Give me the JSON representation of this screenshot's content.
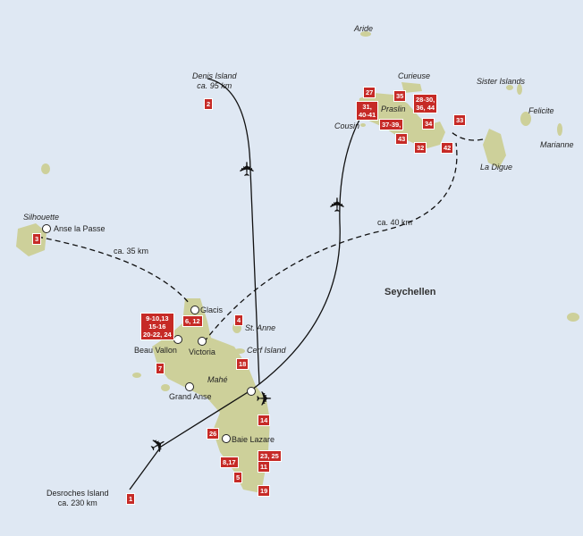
{
  "colors": {
    "sea": "#dfe8f3",
    "land": "#cdd09a",
    "marker": "#c62a26"
  },
  "map_title": "Seychellen",
  "places": {
    "aride": "Aride",
    "curieuse": "Curieuse",
    "praslin": "Praslin",
    "cousin": "Cousin",
    "sister": "Sister Islands",
    "felicite": "Felicite",
    "marianne": "Marianne",
    "la_digue": "La Digue",
    "denis": "Denis Island",
    "denis_dist": "ca. 95 km",
    "silhouette": "Silhouette",
    "anse_la_passe": "Anse la Passe",
    "silhouette_dist": "ca. 35 km",
    "la_digue_dist": "ca. 40 km",
    "glacis": "Glacis",
    "beau_vallon": "Beau Vallon",
    "victoria": "Victoria",
    "st_anne": "St. Anne",
    "cerf": "Cerf Island",
    "mahe": "Mahé",
    "grand_anse": "Grand Anse",
    "baie_lazare": "Baie Lazare",
    "desroches": "Desroches Island",
    "desroches_dist": "ca. 230 km"
  },
  "markers": {
    "m1": "1",
    "m2": "2",
    "m3": "3",
    "m4": "4",
    "m5": "5",
    "m6_12": "6, 12",
    "m7": "7",
    "m8_17": "8,17",
    "m9": "9-10,13\n15-16\n20-22, 24",
    "m11": "11",
    "m14": "14",
    "m18": "18",
    "m19": "19",
    "m23": "23, 25",
    "m26": "26",
    "m27": "27",
    "m28": "28-30,\n36, 44",
    "m31": "31,\n40-41",
    "m32": "32",
    "m33": "33",
    "m34": "34",
    "m35": "35",
    "m37": "37-39,",
    "m42": "42",
    "m43": "43"
  },
  "icons": {
    "plane": "airplane-icon",
    "town": "town-dot-icon"
  }
}
